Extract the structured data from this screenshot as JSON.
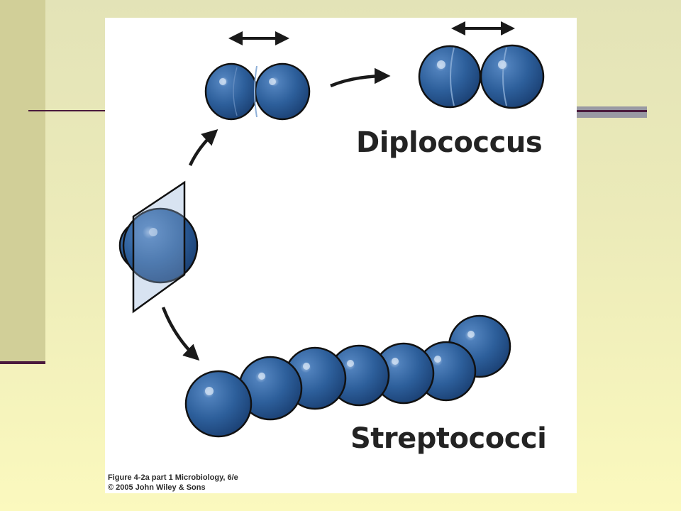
{
  "diagram": {
    "labels": {
      "diplococcus": "Diplococcus",
      "streptococci": "Streptococci"
    },
    "caption": {
      "line1": "Figure 4-2a part 1  Microbiology, 6/e",
      "line2": "© 2005 John Wiley & Sons"
    },
    "colors": {
      "cell": "#2c5f9a",
      "cell_outline": "#111111",
      "arrow": "#1a1a1a",
      "slide_accent": "#4a1a3c"
    }
  }
}
